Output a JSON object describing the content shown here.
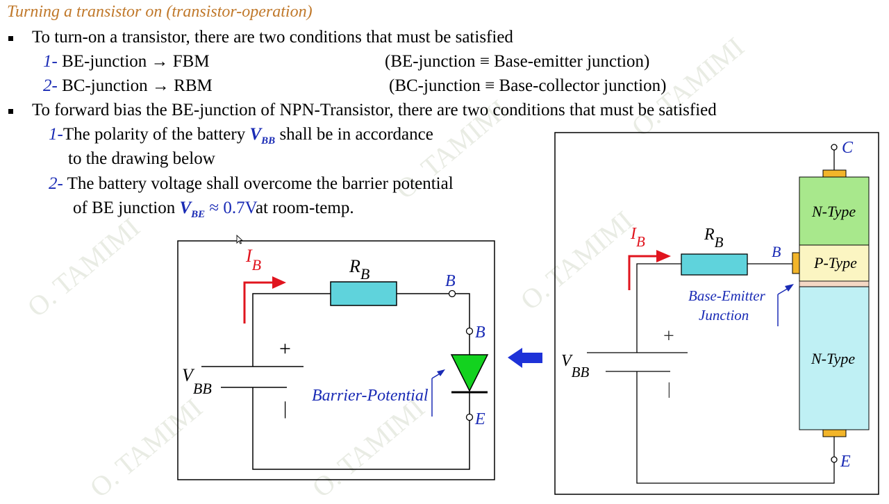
{
  "title": "Turning a transistor on (transistor-operation)",
  "bullet1": {
    "text": "To turn-on a transistor, there are two conditions that must be satisfied"
  },
  "conditions": [
    {
      "num": "1-",
      "text": "BE-junction → FBM",
      "def": "(BE-junction ≡ Base-emitter junction)"
    },
    {
      "num": "2-",
      "text": "BC-junction → RBM",
      "def": "(BC-junction ≡ Base-collector junction)"
    }
  ],
  "bullet2": {
    "text": "To forward bias the BE-junction of NPN-Transistor, there are two conditions that must be satisfied"
  },
  "sub1": {
    "num": "1-",
    "text_a": "The polarity of the battery",
    "var": "V",
    "var_sub": "BB",
    "text_b": "shall be in accordance",
    "text_c": "to the drawing below"
  },
  "sub2": {
    "num": "2-",
    "text_a": "The battery voltage shall overcome the barrier potential",
    "text_b": "of BE junction",
    "var": "V",
    "var_sub": "BE",
    "approx": "≈ 0.7V",
    "text_c": "at room-temp."
  },
  "diagram_left": {
    "current": "I",
    "current_sub": "B",
    "resistor": "R",
    "resistor_sub": "B",
    "node_b_top": "B",
    "node_b": "B",
    "node_e": "E",
    "battery": "V",
    "battery_sub": "BB",
    "plus": "+",
    "minus": "|",
    "barrier_label": "Barrier-Potential"
  },
  "diagram_right": {
    "current": "I",
    "current_sub": "B",
    "resistor": "R",
    "resistor_sub": "B",
    "node_b": "B",
    "node_c": "C",
    "node_e": "E",
    "battery": "V",
    "battery_sub": "BB",
    "plus": "+",
    "minus": "|",
    "layer_top": "N-Type",
    "layer_mid": "P-Type",
    "layer_bottom": "N-Type",
    "junction_label_1": "Base-Emitter",
    "junction_label_2": "Junction"
  },
  "watermark": "O. TAMIMI",
  "colors": {
    "title": "#c0782a",
    "accent_blue": "#1a2bb5",
    "current_red": "#e0141e",
    "resistor": "#5fd3dc",
    "diode": "#13d21f",
    "n_type_top": "#a8e88c",
    "p_type": "#fbf5c2",
    "n_type_bottom": "#bff0f4",
    "terminal": "#f2b52a",
    "arrow": "#1e32d8"
  }
}
